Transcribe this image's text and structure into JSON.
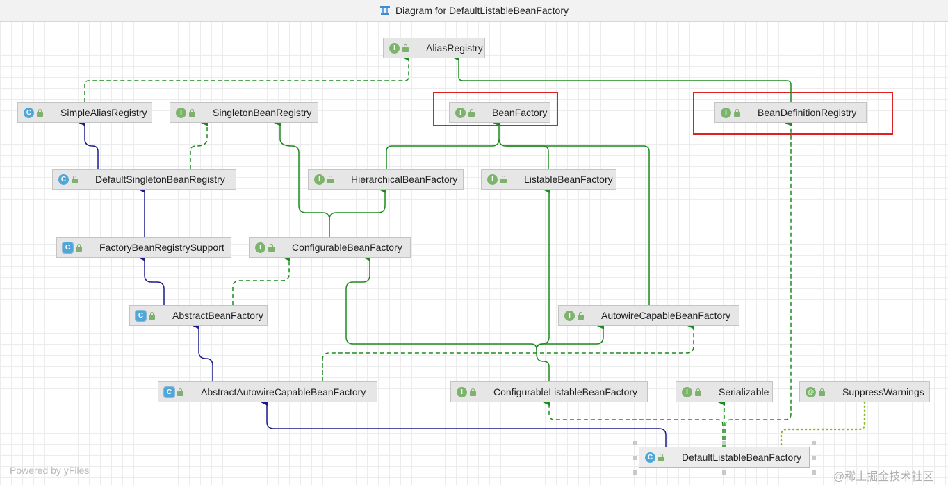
{
  "window": {
    "title": "Diagram for DefaultListableBeanFactory"
  },
  "nodes": {
    "alias_registry": {
      "label": "AliasRegistry",
      "kind": "interface"
    },
    "simple_alias_registry": {
      "label": "SimpleAliasRegistry",
      "kind": "class"
    },
    "singleton_bean_registry": {
      "label": "SingletonBeanRegistry",
      "kind": "interface"
    },
    "bean_factory": {
      "label": "BeanFactory",
      "kind": "interface"
    },
    "bean_definition_registry": {
      "label": "BeanDefinitionRegistry",
      "kind": "interface"
    },
    "default_singleton_bean_registry": {
      "label": "DefaultSingletonBeanRegistry",
      "kind": "class"
    },
    "hierarchical_bean_factory": {
      "label": "HierarchicalBeanFactory",
      "kind": "interface"
    },
    "listable_bean_factory": {
      "label": "ListableBeanFactory",
      "kind": "interface"
    },
    "factory_bean_registry_support": {
      "label": "FactoryBeanRegistrySupport",
      "kind": "abstract-class"
    },
    "configurable_bean_factory": {
      "label": "ConfigurableBeanFactory",
      "kind": "interface"
    },
    "abstract_bean_factory": {
      "label": "AbstractBeanFactory",
      "kind": "abstract-class"
    },
    "autowire_capable_bean_factory": {
      "label": "AutowireCapableBeanFactory",
      "kind": "interface"
    },
    "abstract_autowire_capable_bean_factory": {
      "label": "AbstractAutowireCapableBeanFactory",
      "kind": "abstract-class"
    },
    "configurable_listable_bean_factory": {
      "label": "ConfigurableListableBeanFactory",
      "kind": "interface"
    },
    "serializable": {
      "label": "Serializable",
      "kind": "interface"
    },
    "suppress_warnings": {
      "label": "SuppressWarnings",
      "kind": "annotation"
    },
    "default_listable_bean_factory": {
      "label": "DefaultListableBeanFactory",
      "kind": "class"
    }
  },
  "badges": {
    "interface": "I",
    "class": "C",
    "annotation": "@"
  },
  "footer": {
    "powered_by": "Powered by yFiles",
    "watermark": "@稀土掘金技术社区"
  },
  "colors": {
    "extends_edge": "#1a1a8c",
    "implements_edge": "#1b8a1b",
    "highlight_box": "#e02020",
    "annotation_edge": "#8fb82a",
    "selected_border": "#e3c21c"
  },
  "highlighted": [
    "bean_factory",
    "bean_definition_registry"
  ],
  "selected": "default_listable_bean_factory"
}
